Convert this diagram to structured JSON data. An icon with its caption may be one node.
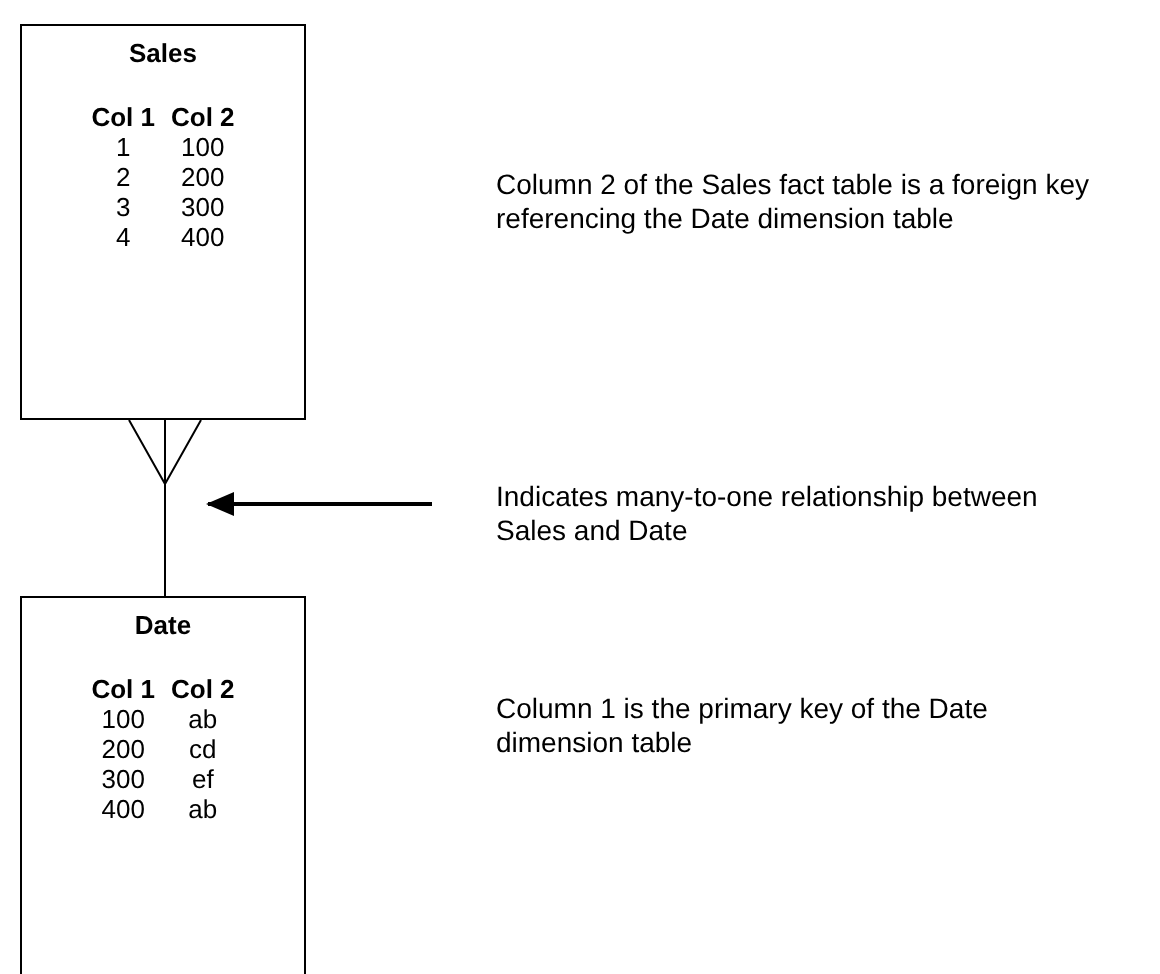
{
  "diagram": {
    "nodes": [
      {
        "text": [
          "Sales",
          "Col 1",
          "Col 2",
          "1",
          "100",
          "2",
          "200",
          "3",
          "300",
          "4",
          "400"
        ]
      },
      {
        "text": [
          "Date",
          "Col 1",
          "Col 2",
          "100",
          "ab",
          "200",
          "cd",
          "300",
          "ef",
          "400",
          "ab"
        ]
      },
      {
        "text": [
          "Indicates many-to-one relationship between Sales and Date"
        ]
      }
    ],
    "edges": [
      {
        "from": 0,
        "to": 1,
        "arrow": "other"
      },
      {
        "from": 2,
        "to": null,
        "arrow": "to"
      }
    ],
    "labels": [
      "Column 2 of the Sales fact table is a foreign key referencing the Date dimension table",
      "Column 1 is the primary key of the Date dimension table"
    ]
  }
}
